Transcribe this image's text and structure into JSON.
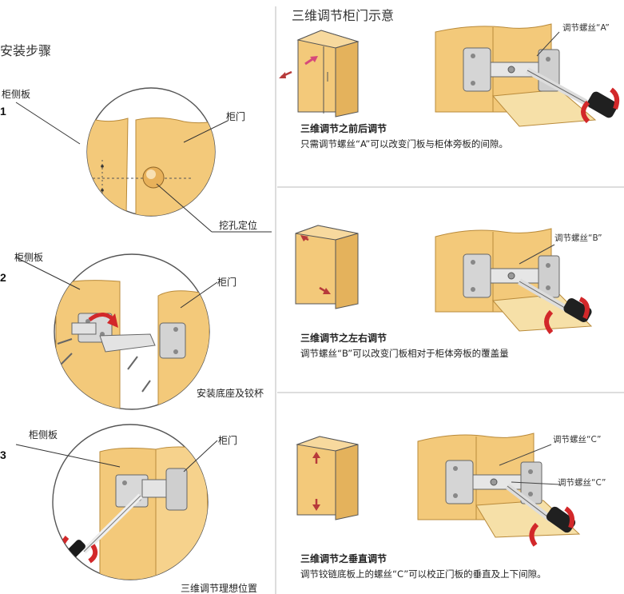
{
  "left": {
    "title": "安装步骤",
    "steps": [
      {
        "number": "1",
        "side_label": "柜侧板",
        "door_label": "柜门",
        "callout": "挖孔定位"
      },
      {
        "number": "2",
        "side_label": "柜侧板",
        "door_label": "柜门",
        "callout": "安装底座及铰杯"
      },
      {
        "number": "3",
        "side_label": "柜侧板",
        "door_label": "柜门",
        "callout": "三维调节理想位置"
      }
    ]
  },
  "right": {
    "title": "三维调节柜门示意",
    "sections": [
      {
        "screw_label": "调节螺丝“A”",
        "caption_title": "三维调节之前后调节",
        "caption_text": "只需调节螺丝“A”可以改变门板与柜体旁板的间隙。"
      },
      {
        "screw_label": "调节螺丝“B”",
        "caption_title": "三维调节之左右调节",
        "caption_text": "调节螺丝“B”可以改变门板相对于柜体旁板的覆盖量"
      },
      {
        "screw_label": "调节螺丝“C”",
        "screw_label_2": "调节螺丝“C”",
        "caption_title": "三维调节之垂直调节",
        "caption_text": "调节铰链底板上的螺丝“C”可以校正门板的垂直及上下间隙。"
      }
    ]
  },
  "colors": {
    "wood": "#f3c97a",
    "wood_edge": "#c98a2e",
    "metal": "#d8d8d8",
    "arrow_red": "#d2282a",
    "arrow_pink": "#d6497a"
  }
}
